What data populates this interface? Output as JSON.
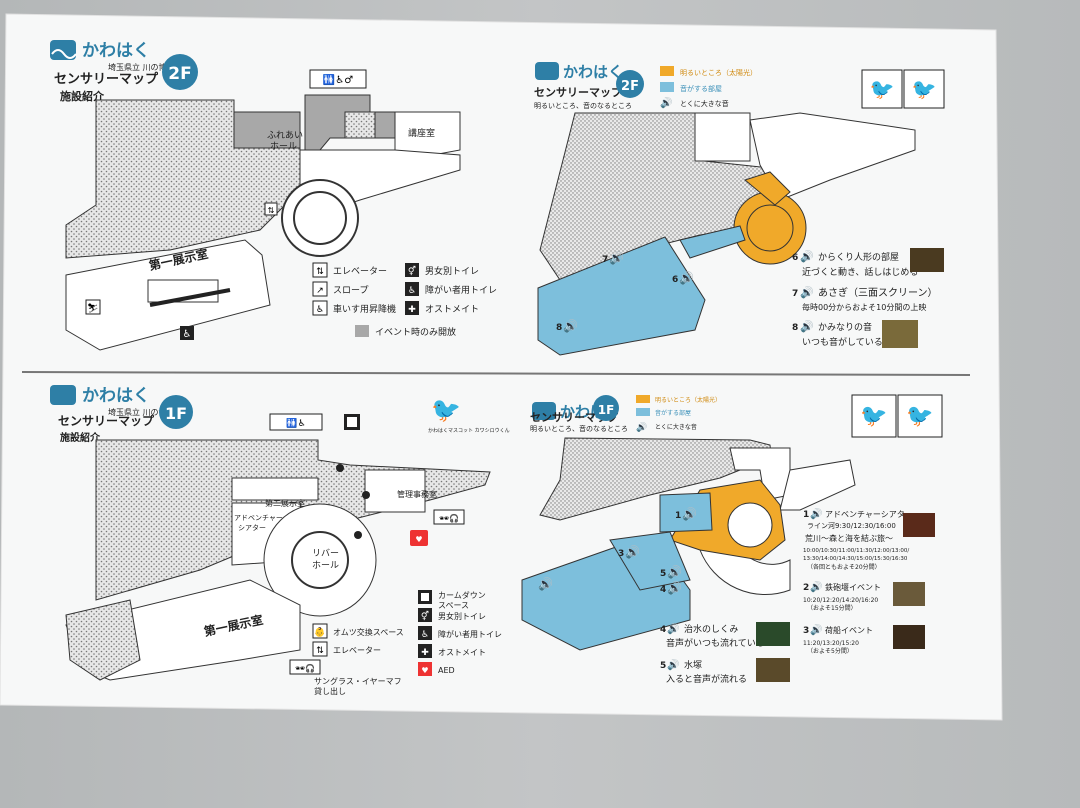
{
  "brand": {
    "name": "かわはく",
    "sub": "埼玉県立 川の博物館",
    "mascot": "かわはくマスコット カワシロウくん"
  },
  "panels": {
    "f2_facility": {
      "floor": "2F",
      "title": "センサリーマップ",
      "subtitle": "施設紹介",
      "rooms": {
        "fureai": "ふれあい\nホール",
        "lecture": "講座室",
        "exhibit1": "第一展示室"
      },
      "legend": [
        {
          "icon": "elevator-icon",
          "label": "エレベーター"
        },
        {
          "icon": "slope-icon",
          "label": "スロープ"
        },
        {
          "icon": "wheelchair-lift-icon",
          "label": "車いす用昇降機"
        },
        {
          "icon": "toilet-icon",
          "label": "男女別トイレ"
        },
        {
          "icon": "accessible-toilet-icon",
          "label": "障がい者用トイレ"
        },
        {
          "icon": "ostomate-icon",
          "label": "オストメイト"
        },
        {
          "icon": "gray-area",
          "label": "イベント時のみ開放"
        }
      ]
    },
    "f2_sensory": {
      "floor": "2F",
      "title": "センサリーマップ",
      "subtitle": "明るいところ、音のなるところ",
      "legend": [
        {
          "color": "#f0a92a",
          "label": "明るいところ（太陽光）"
        },
        {
          "color": "#7dbfdc",
          "label": "音がする部屋"
        },
        {
          "icon": "speaker-icon",
          "label": "とくに大きな音"
        }
      ],
      "items": [
        {
          "num": "6",
          "title": "からくり人形の部屋",
          "desc": "近づくと動き、話しはじめる"
        },
        {
          "num": "7",
          "title": "あさぎ（三面スクリーン）",
          "desc": "毎時00分からおよそ10分間の上映"
        },
        {
          "num": "8",
          "title": "かみなりの音",
          "desc": "いつも音がしている"
        }
      ]
    },
    "f1_facility": {
      "floor": "1F",
      "title": "センサリーマップ",
      "subtitle": "施設紹介",
      "rooms": {
        "exhibit2": "第二展示室",
        "adventure": "アドベンチャー\nシアター",
        "river": "リバー\nホール",
        "office": "管理事務室",
        "exhibit1": "第一展示室"
      },
      "legend": [
        {
          "icon": "calm-down-icon",
          "label": "カームダウン\nスペース"
        },
        {
          "icon": "diaper-icon",
          "label": "オムツ交換スペース"
        },
        {
          "icon": "toilet-icon",
          "label": "男女別トイレ"
        },
        {
          "icon": "elevator-icon",
          "label": "エレベーター"
        },
        {
          "icon": "accessible-toilet-icon",
          "label": "障がい者用トイレ"
        },
        {
          "icon": "ostomate-icon",
          "label": "オストメイト"
        },
        {
          "icon": "sunglasses-earmuff-icon",
          "label": "サングラス・イヤーマフ\n貸し出し"
        },
        {
          "icon": "aed-icon",
          "label": "AED"
        }
      ]
    },
    "f1_sensory": {
      "floor": "1F",
      "title": "センサリーマップ",
      "subtitle": "明るいところ、音のなるところ",
      "legend": [
        {
          "color": "#f0a92a",
          "label": "明るいところ（太陽光）"
        },
        {
          "color": "#7dbfdc",
          "label": "音がする部屋"
        },
        {
          "icon": "speaker-icon",
          "label": "とくに大きな音"
        }
      ],
      "items": [
        {
          "num": "1",
          "title": "アドベンチャーシアター",
          "lines": [
            "ライン河9:30/12:30/16:00",
            "荒川〜森と海を結ぶ旅〜",
            "10:00/10:30/11:00/11:30/12:00/13:00/",
            "13:30/14:00/14:30/15:00/15:30/16:30",
            "（各回ともおよそ20分間）"
          ]
        },
        {
          "num": "2",
          "title": "鉄砲堰イベント",
          "lines": [
            "10:20/12:20/14:20/16:20",
            "（およそ15分間）"
          ]
        },
        {
          "num": "3",
          "title": "荷船イベント",
          "lines": [
            "11:20/13:20/15:20",
            "（およそ5分間）"
          ]
        },
        {
          "num": "4",
          "title": "治水のしくみ",
          "lines": [
            "音声がいつも流れている"
          ]
        },
        {
          "num": "5",
          "title": "水塚",
          "lines": [
            "入ると音声が流れる"
          ]
        }
      ]
    }
  },
  "colors": {
    "bright": "#f0a92a",
    "sound": "#7dbfdc",
    "brand": "#2e7fa6",
    "event_gray": "#a8a8a8"
  }
}
